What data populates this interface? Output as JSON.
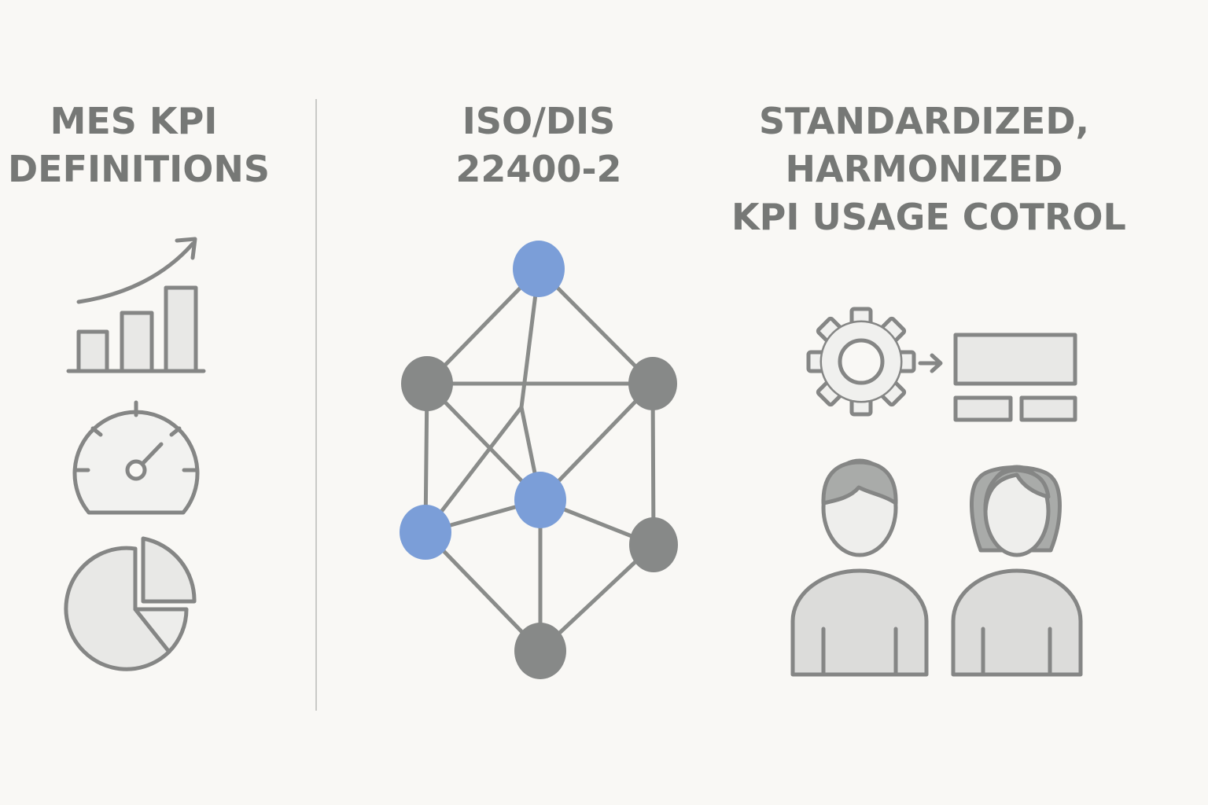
{
  "columns": [
    {
      "id": "mes-kpi",
      "title_lines": [
        "MES KPI",
        "DEFINITIONS"
      ]
    },
    {
      "id": "iso",
      "title_lines": [
        "ISO/DIS",
        "22400-2"
      ]
    },
    {
      "id": "harmonized",
      "title_lines": [
        "STANDARDIZED,",
        "HARMONIZED",
        "KPI USAGE COTROL"
      ]
    }
  ],
  "icons": {
    "left": [
      "bar-chart-trend-icon",
      "speedometer-gauge-icon",
      "pie-chart-icon"
    ],
    "middle": [
      "network-graph-icon"
    ],
    "right": [
      "gear-icon",
      "arrow-right-icon",
      "dashboard-panel-icon",
      "male-user-icon",
      "female-user-icon"
    ]
  },
  "colors": {
    "background": "#f9f8f5",
    "stroke": "#858685",
    "fill_light": "#e8e8e6",
    "node_gray": "#878988",
    "node_blue": "#7b9ed8",
    "text": "#767876"
  }
}
